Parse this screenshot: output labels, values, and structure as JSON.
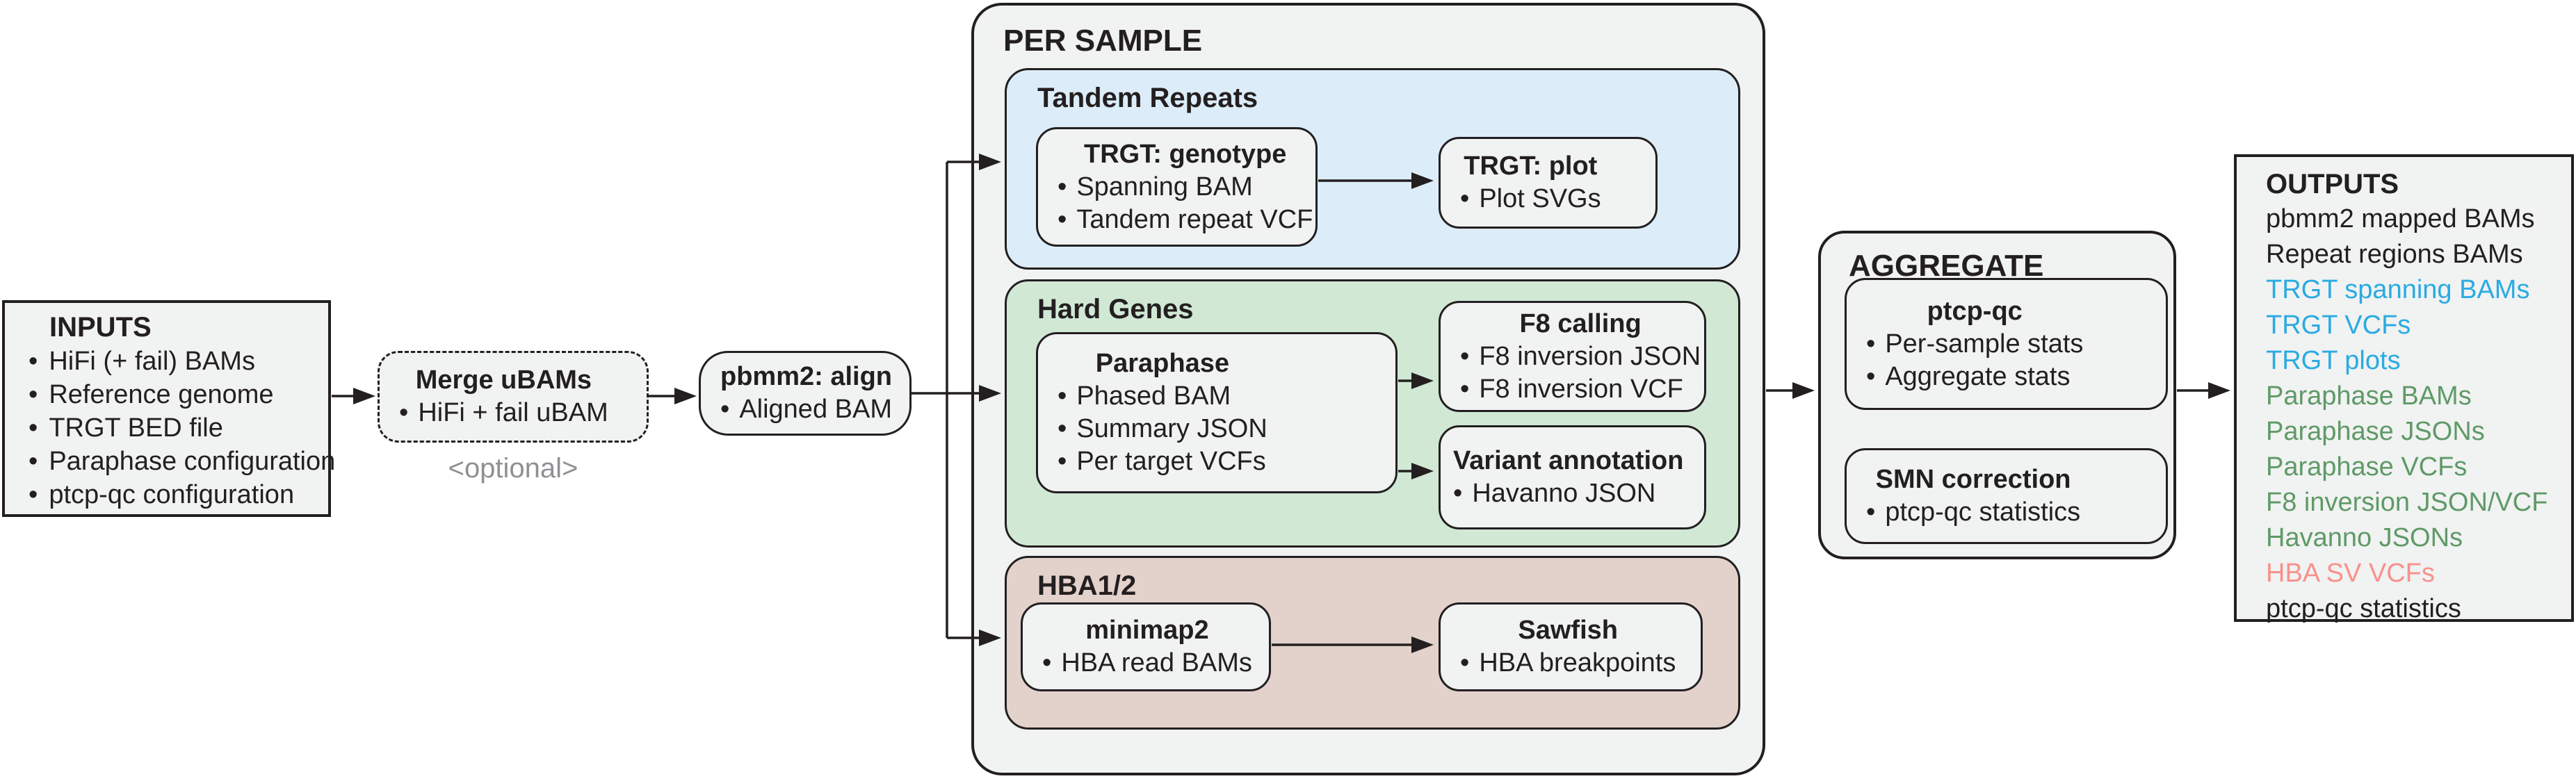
{
  "colors": {
    "ink": "#231f20",
    "panel_fill": "#f1f2f2",
    "node_fill": "#f1f2f2",
    "tandem_fill": "#dcedf9",
    "hard_genes_fill": "#d1e8d5",
    "hba_fill": "#e3d2cb",
    "optional_gray": "#8e9093",
    "output_black": "#231f20",
    "output_blue": "#29abe2",
    "output_green": "#5f9a67",
    "output_pink": "#f8918c"
  },
  "inputs": {
    "title": "INPUTS",
    "items": [
      "HiFi (+ fail) BAMs",
      "Reference genome",
      "TRGT BED file",
      "Paraphase configuration",
      "ptcp-qc configuration"
    ]
  },
  "merge_ubams": {
    "title": "Merge uBAMs",
    "items": [
      "HiFi + fail uBAM"
    ],
    "note": "<optional>"
  },
  "pbmm2": {
    "title": "pbmm2: align",
    "items": [
      "Aligned BAM"
    ]
  },
  "per_sample": {
    "title": "PER SAMPLE",
    "tandem_repeats": {
      "title": "Tandem Repeats",
      "trgt_genotype": {
        "title": "TRGT: genotype",
        "items": [
          "Spanning BAM",
          "Tandem repeat VCF"
        ]
      },
      "trgt_plot": {
        "title": "TRGT: plot",
        "items": [
          "Plot SVGs"
        ]
      }
    },
    "hard_genes": {
      "title": "Hard Genes",
      "paraphase": {
        "title": "Paraphase",
        "items": [
          "Phased BAM",
          "Summary JSON",
          "Per target VCFs"
        ]
      },
      "f8_calling": {
        "title": "F8 calling",
        "items": [
          "F8 inversion JSON",
          "F8 inversion VCF"
        ]
      },
      "variant_annotation": {
        "title": "Variant annotation",
        "items": [
          "Havanno JSON"
        ]
      }
    },
    "hba": {
      "title": "HBA1/2",
      "minimap2": {
        "title": "minimap2",
        "items": [
          "HBA read BAMs"
        ]
      },
      "sawfish": {
        "title": "Sawfish",
        "items": [
          "HBA breakpoints"
        ]
      }
    }
  },
  "aggregate": {
    "title": "AGGREGATE",
    "ptcp_qc": {
      "title": "ptcp-qc",
      "items": [
        "Per-sample stats",
        "Aggregate stats"
      ]
    },
    "smn_correction": {
      "title": "SMN correction",
      "items": [
        "ptcp-qc statistics"
      ]
    }
  },
  "outputs": {
    "title": "OUTPUTS",
    "items": [
      {
        "label": "pbmm2 mapped BAMs",
        "color": "colors.output_black"
      },
      {
        "label": "Repeat regions BAMs",
        "color": "colors.output_black"
      },
      {
        "label": "TRGT spanning BAMs",
        "color": "colors.output_blue"
      },
      {
        "label": "TRGT VCFs",
        "color": "colors.output_blue"
      },
      {
        "label": "TRGT plots",
        "color": "colors.output_blue"
      },
      {
        "label": "Paraphase BAMs",
        "color": "colors.output_green"
      },
      {
        "label": "Paraphase JSONs",
        "color": "colors.output_green"
      },
      {
        "label": "Paraphase VCFs",
        "color": "colors.output_green"
      },
      {
        "label": "F8 inversion JSON/VCF",
        "color": "colors.output_green"
      },
      {
        "label": "Havanno JSONs",
        "color": "colors.output_green"
      },
      {
        "label": "HBA SV VCFs",
        "color": "colors.output_pink"
      },
      {
        "label": "ptcp-qc statistics",
        "color": "colors.output_black"
      }
    ]
  }
}
